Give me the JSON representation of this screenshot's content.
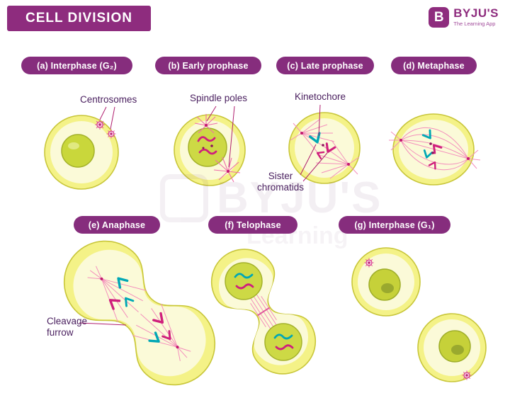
{
  "header": {
    "title": "CELL DIVISION",
    "brand": {
      "logo_letter": "B",
      "name": "BYJU'S",
      "tagline": "The Learning App"
    }
  },
  "watermark": {
    "text": "BYJU'S",
    "subtext": "Learning"
  },
  "phases": [
    {
      "label": "(a) Interphase (G₂)"
    },
    {
      "label": "(b) Early prophase"
    },
    {
      "label": "(c) Late prophase"
    },
    {
      "label": "(d) Metaphase"
    },
    {
      "label": "(e) Anaphase"
    },
    {
      "label": "(f) Telophase"
    },
    {
      "label": "(g) Interphase (G₁)"
    }
  ],
  "annotations": {
    "centrosomes": "Centrosomes",
    "spindle_poles": "Spindle poles",
    "kinetochore": "Kinetochore",
    "sister_chromatids": "Sister\nchromatids",
    "cleavage_furrow": "Cleavage\nfurrow"
  },
  "colors": {
    "banner_purple": "#8e2c7e",
    "pill_purple": "#862d7d",
    "cell_yellow": "#f4f287",
    "cell_inner": "#fbfad8",
    "nucleus_green": "#cdd945",
    "spindle_pink": "#f48fbc",
    "chromatid_magenta": "#cf1f7c",
    "chromatid_teal": "#00a7b5",
    "pointer_line": "#b01e6e"
  }
}
